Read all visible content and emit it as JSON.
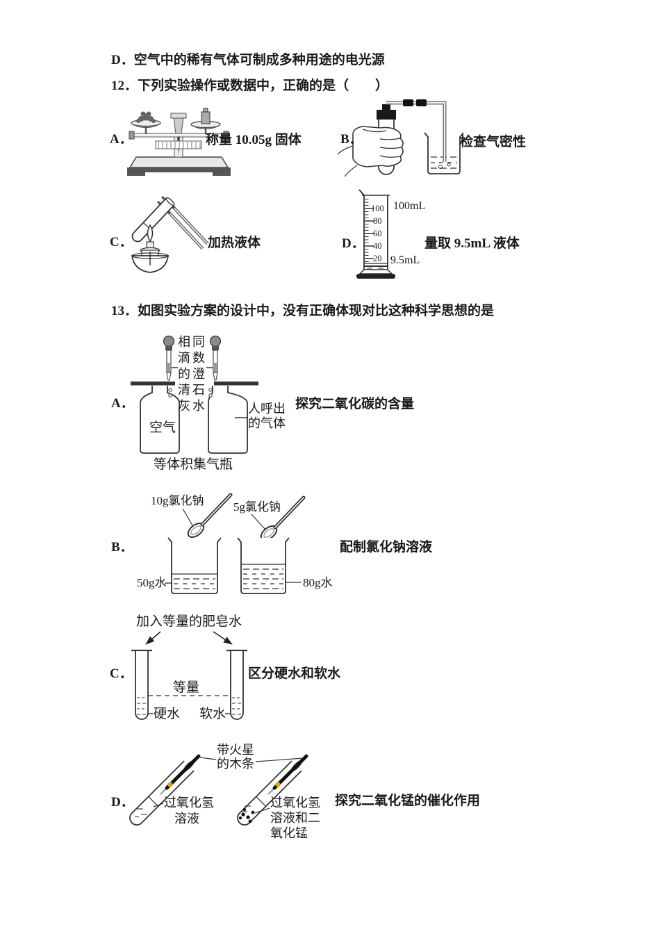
{
  "ink": "#1a1a1a",
  "spark_color": "#e8a400",
  "prev_question": {
    "option_d": "D．空气中的稀有气体可制成多种用途的电光源"
  },
  "q12": {
    "stem": "12．下列实验操作或数据中，正确的是（　　）",
    "option_a": {
      "key": "A．",
      "caption": "称量 10.05g 固体"
    },
    "option_b": {
      "key": "B．",
      "caption": "检查气密性"
    },
    "option_c": {
      "key": "C．",
      "caption": "加热液体"
    },
    "option_d": {
      "key": "D．",
      "caption": "量取 9.5mL 液体",
      "cylinder_capacity": "100mL",
      "cylinder_reading": "9.5mL",
      "cylinder_ticks": [
        "100",
        "80",
        "60",
        "40",
        "20"
      ]
    }
  },
  "q13": {
    "stem": "13．如图实验方案的设计中，没有正确体现对比这种科学思想的是",
    "option_a": {
      "key": "A．",
      "caption": "探究二氧化碳的含量",
      "dropper_label_full": "相同滴数的澄清石灰水",
      "dropper_rows": [
        "相同",
        "滴数",
        "的澄",
        "清石",
        "灰水"
      ],
      "left_bottle": "空气",
      "right_bottle_line1": "人呼出",
      "right_bottle_line2": "的气体",
      "bottles_label": "等体积集气瓶"
    },
    "option_b": {
      "key": "B．",
      "caption": "配制氯化钠溶液",
      "left_spoon": "10g氯化钠",
      "right_spoon": "5g氯化钠",
      "left_beaker": "50g水",
      "right_beaker": "80g水"
    },
    "option_c": {
      "key": "C．",
      "caption": "区分硬水和软水",
      "top_label": "加入等量的肥皂水",
      "equal_label": "等量",
      "left_label": "硬水",
      "right_label": "软水"
    },
    "option_d": {
      "key": "D．",
      "caption": "探究二氧化锰的催化作用",
      "splint_line1": "带火星",
      "splint_line2": "的木条",
      "left_tube_line1": "过氧化氢",
      "left_tube_line2": "溶液",
      "right_tube_line1": "过氧化氢",
      "right_tube_line2": "溶液和二",
      "right_tube_line3": "氧化锰"
    }
  }
}
